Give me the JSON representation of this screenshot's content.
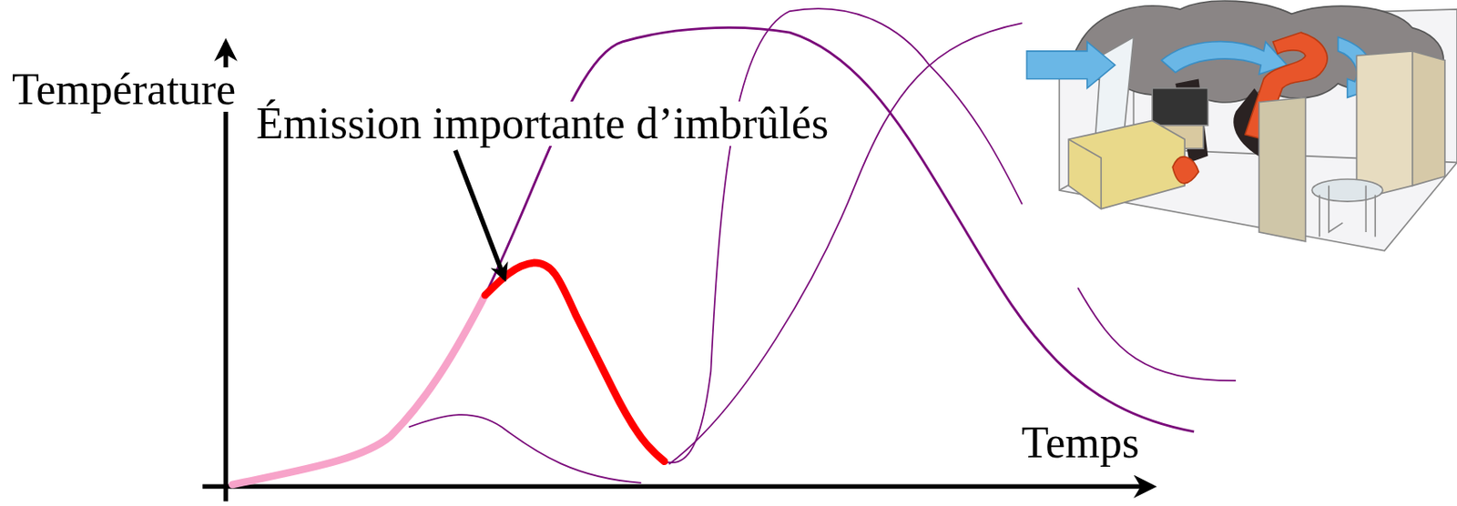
{
  "diagram": {
    "labels": [
      "Température",
      "Émission importante d’imbrûlés",
      "Temps"
    ]
  }
}
